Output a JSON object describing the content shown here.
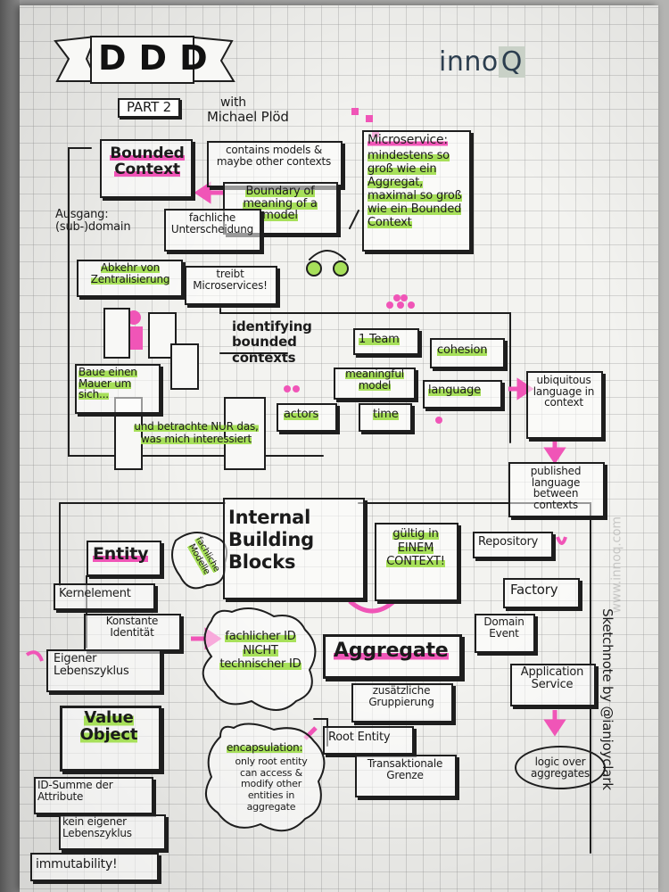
{
  "header": {
    "title": "DDD",
    "part": "PART 2",
    "with": "with",
    "speaker": "Michael Plöd",
    "logo": "innoQ",
    "logo_main": "inno",
    "logo_box": "Q"
  },
  "bounded_context": {
    "title": "Bounded Context",
    "contains": "contains models & maybe other contexts",
    "boundary": "Boundary of meaning of a model",
    "ausgang": "Ausgang: (sub-)domain",
    "fachliche": "fachliche Unterscheidung",
    "abkehr": "Abkehr von Zentralisierung",
    "treibt": "treibt Microservices!"
  },
  "microservice": {
    "label": "Microservice:",
    "text": "mindestens so groß wie ein Aggregat, maximal so groß wie ein Bounded Context"
  },
  "wall": {
    "baue": "Baue einen Mauer um sich...",
    "betrachte": "und betrachte NUR das, was mich interessiert"
  },
  "identifying": {
    "title": "identifying bounded contexts",
    "team": "1 Team",
    "cohesion": "cohesion",
    "meaningful": "meaningful model",
    "language": "language",
    "actors": "actors",
    "time": "time",
    "ubiquitous": "ubiquitous language in context",
    "published": "published language between contexts"
  },
  "building_blocks": {
    "title": "Internal Building Blocks",
    "gueltig": "gültig in EINEM CONTEXT!",
    "fachliche_modelle": "fachliche Modelle"
  },
  "entity": {
    "title": "Entity",
    "kernelement": "Kernelement",
    "identitaet": "Konstante Identität",
    "fachlicher_id": "fachlicher ID NICHT technischer ID",
    "lebenszyklus": "Eigener Lebenszyklus"
  },
  "value_object": {
    "title": "Value Object",
    "id_summe": "ID-Summe der Attribute",
    "kein": "kein eigener Lebenszyklus",
    "immutability": "immutability!"
  },
  "aggregate": {
    "title": "Aggregate",
    "zusaetzliche": "zusätzliche Gruppierung",
    "root": "Root Entity",
    "transaktionale": "Transaktionale Grenze",
    "encapsulation": "encapsulation:",
    "encapsulation_text": "only root entity can access & modify other entities in aggregate"
  },
  "right_column": {
    "repository": "Repository",
    "factory": "Factory",
    "domain_event": "Domain Event",
    "application_service": "Application Service",
    "logic": "logic over aggregates"
  },
  "credit": "Sketchnote by @ianjoyclark",
  "watermark": "www.innoq.com",
  "colors": {
    "accent_green": "#a7e05a",
    "accent_pink": "#f055b7",
    "ink": "#1b1b1b",
    "logo": "#2c3e4f"
  }
}
